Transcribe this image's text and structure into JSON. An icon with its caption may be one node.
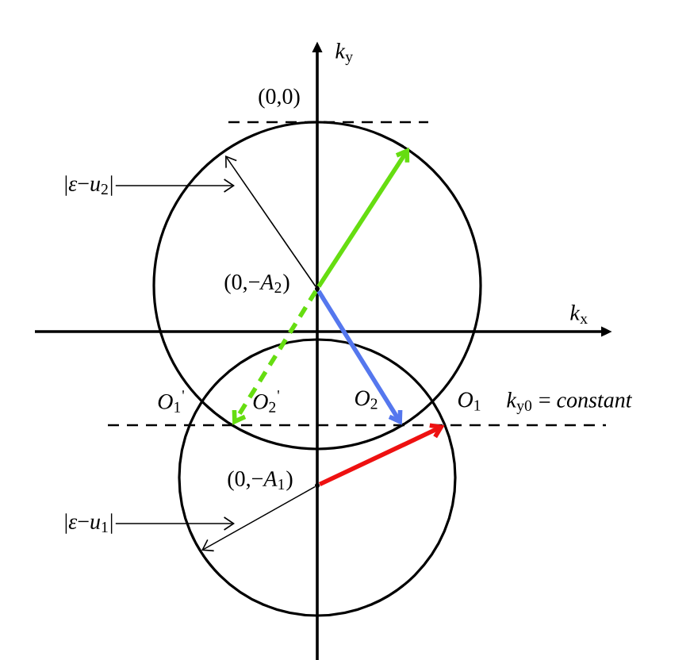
{
  "diagram": {
    "nodes": [
      {
        "text": [
          "(0,0)"
        ]
      },
      {
        "text": [
          "(0,−*A*$_{2}$)"
        ]
      },
      {
        "text": [
          "(0,−*A*$_{1}$)"
        ]
      },
      {
        "text": [
          "*O*$_{1}$$^{'}$"
        ]
      },
      {
        "text": [
          "*O*$_{2}$$^{'}$"
        ]
      },
      {
        "text": [
          "*O*$_{2}$"
        ]
      },
      {
        "text": [
          "*O*$_{1}$"
        ]
      },
      {
        "text": [
          "|*ε*−*u*$_{2}$|"
        ]
      },
      {
        "text": [
          "|*ε*−*u*$_{1}$|"
        ]
      }
    ],
    "edges": [
      {
        "from": 1,
        "to": null,
        "arrow": "to"
      },
      {
        "from": 1,
        "to": null,
        "arrow": "to",
        "style": "thick",
        "color": "#66dd11"
      },
      {
        "from": 1,
        "to": 4,
        "arrow": "to",
        "style": "dashed",
        "color": "#66dd11"
      },
      {
        "from": 1,
        "to": 5,
        "arrow": "to",
        "style": "thick",
        "color": "#5577ee"
      },
      {
        "from": 2,
        "to": 6,
        "arrow": "to",
        "style": "thick",
        "color": "#ee1111"
      },
      {
        "from": 2,
        "to": null,
        "arrow": "to"
      },
      {
        "from": 7,
        "to": null,
        "arrow": "to"
      },
      {
        "from": 8,
        "to": null,
        "arrow": "to"
      }
    ],
    "labels": [
      "*k*$_{y}$",
      "*k*$_{x}$",
      "*k*$_{y0}$ = *constant*"
    ]
  }
}
